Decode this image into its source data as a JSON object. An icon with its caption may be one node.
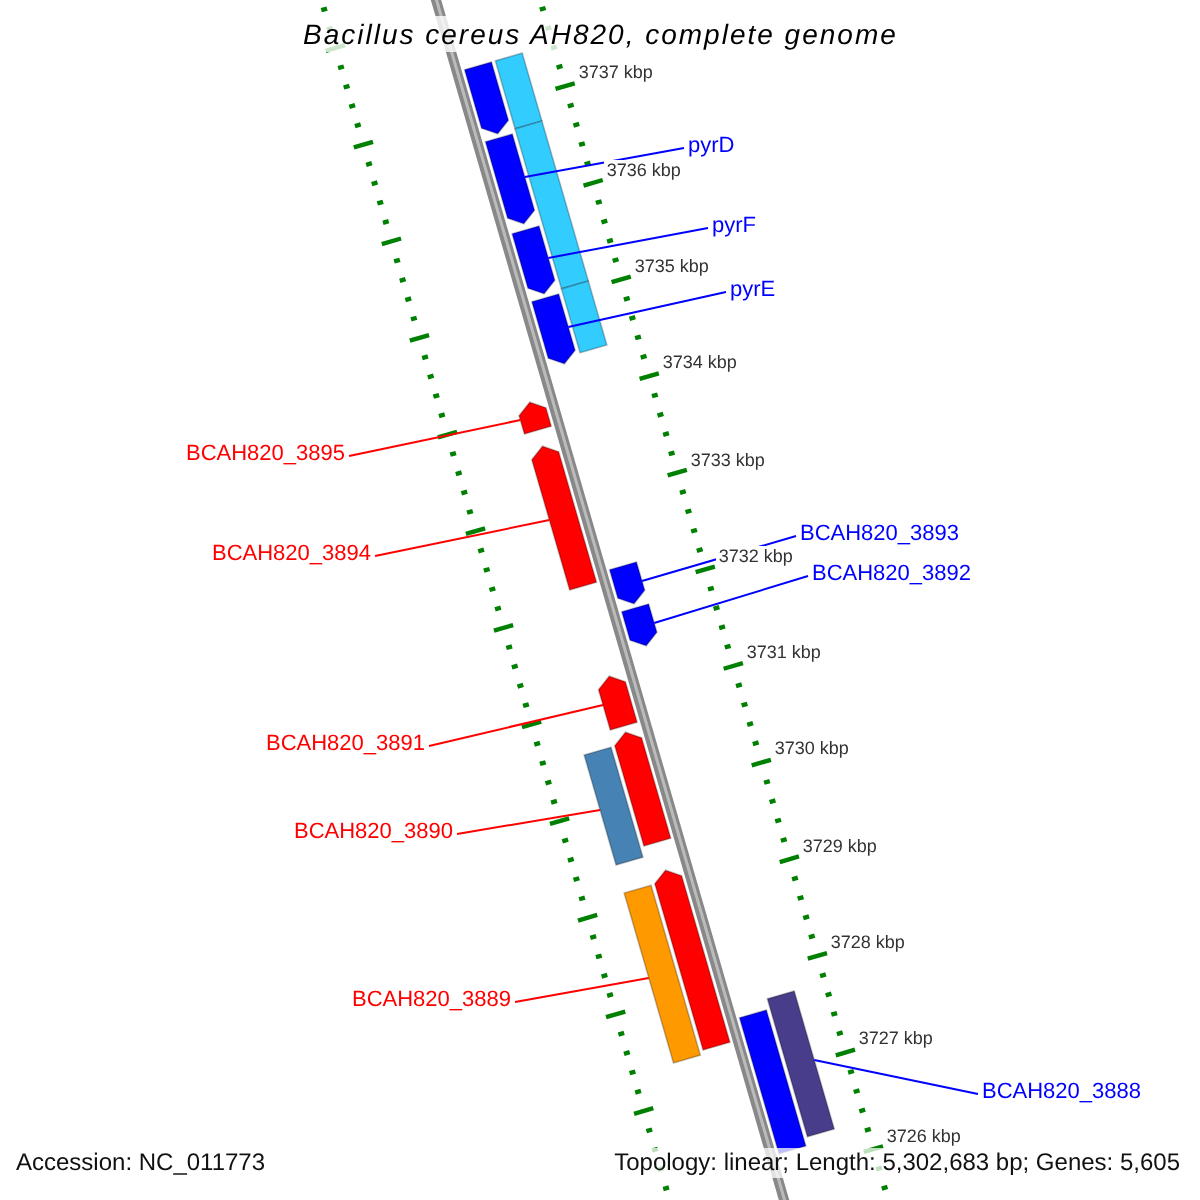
{
  "diagram": {
    "title": "Bacillus cereus AH820, complete genome",
    "nodes": [
      {
        "text": [],
        "shape": "bar"
      },
      {
        "text": [],
        "shape": "pentagon"
      },
      {
        "text": [
          "pyrD"
        ]
      },
      {
        "text": [],
        "shape": "pentagon"
      },
      {
        "text": [],
        "shape": "bar"
      },
      {
        "text": [
          "pyrF"
        ]
      },
      {
        "text": [],
        "shape": "pentagon"
      },
      {
        "text": [
          "pyrE"
        ]
      },
      {
        "text": [],
        "shape": "pentagon"
      },
      {
        "text": [],
        "shape": "bar"
      },
      {
        "text": [],
        "shape": "pentagon"
      },
      {
        "text": [
          "BCAH820_3895"
        ]
      },
      {
        "text": [],
        "shape": "pentagon"
      },
      {
        "text": [
          "BCAH820_3894"
        ]
      },
      {
        "text": [
          "BCAH820_3893"
        ]
      },
      {
        "text": [],
        "shape": "pentagon"
      },
      {
        "text": [
          "BCAH820_3892"
        ]
      },
      {
        "text": [],
        "shape": "pentagon"
      },
      {
        "text": [],
        "shape": "pentagon"
      },
      {
        "text": [
          "BCAH820_3891"
        ]
      },
      {
        "text": [],
        "shape": "bar"
      },
      {
        "text": [],
        "shape": "pentagon"
      },
      {
        "text": [
          "BCAH820_3890"
        ]
      },
      {
        "text": [],
        "shape": "bar"
      },
      {
        "text": [],
        "shape": "pentagon"
      },
      {
        "text": [
          "BCAH820_3889"
        ]
      },
      {
        "text": [],
        "shape": "bar"
      },
      {
        "text": [],
        "shape": "bar"
      },
      {
        "text": [
          "BCAH820_3888"
        ]
      }
    ],
    "edges": [
      {
        "from": 2,
        "to": 3,
        "arrow": "none"
      },
      {
        "from": 5,
        "to": 6,
        "arrow": "none"
      },
      {
        "from": 7,
        "to": 8,
        "arrow": "none"
      },
      {
        "from": 11,
        "to": 10,
        "arrow": "none",
        "color": "#ff0000"
      },
      {
        "from": 13,
        "to": 12,
        "arrow": "none",
        "color": "#ff0000"
      },
      {
        "from": 14,
        "to": 15,
        "arrow": "none"
      },
      {
        "from": 16,
        "to": 17,
        "arrow": "none"
      },
      {
        "from": 19,
        "to": 18,
        "arrow": "none",
        "color": "#ff0000"
      },
      {
        "from": 22,
        "to": 20,
        "arrow": "none",
        "color": "#ff0000"
      },
      {
        "from": 25,
        "to": 23,
        "arrow": "none",
        "color": "#ff0000"
      },
      {
        "from": 28,
        "to": 26,
        "arrow": "none"
      }
    ],
    "labels": [
      "3737 kbp",
      "3736 kbp",
      "3735 kbp",
      "3734 kbp",
      "3733 kbp",
      "3732 kbp",
      "3731 kbp",
      "3730 kbp",
      "3729 kbp",
      "3728 kbp",
      "3727 kbp",
      "3726 kbp",
      "Accession: NC_011773",
      "Topology: linear; Length: 5,302,683 bp; Genes: 5,605"
    ]
  }
}
